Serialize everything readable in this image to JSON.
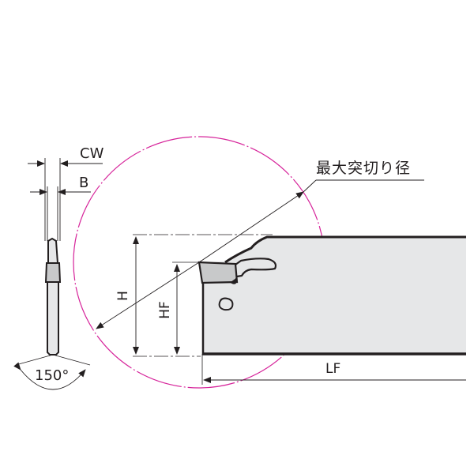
{
  "diagram": {
    "type": "cut-off tool holder dimension drawing",
    "colors": {
      "line": "#231f20",
      "body_fill": "#e6e7e8",
      "insert_fill": "#c8c9ca",
      "max_cut_circle": "#d6239a"
    },
    "labels": {
      "cw": "CW",
      "b": "B",
      "angle": "150°",
      "max_cutoff_diameter": "最大突切り径",
      "h": "H",
      "hf": "HF",
      "lf": "LF"
    }
  }
}
